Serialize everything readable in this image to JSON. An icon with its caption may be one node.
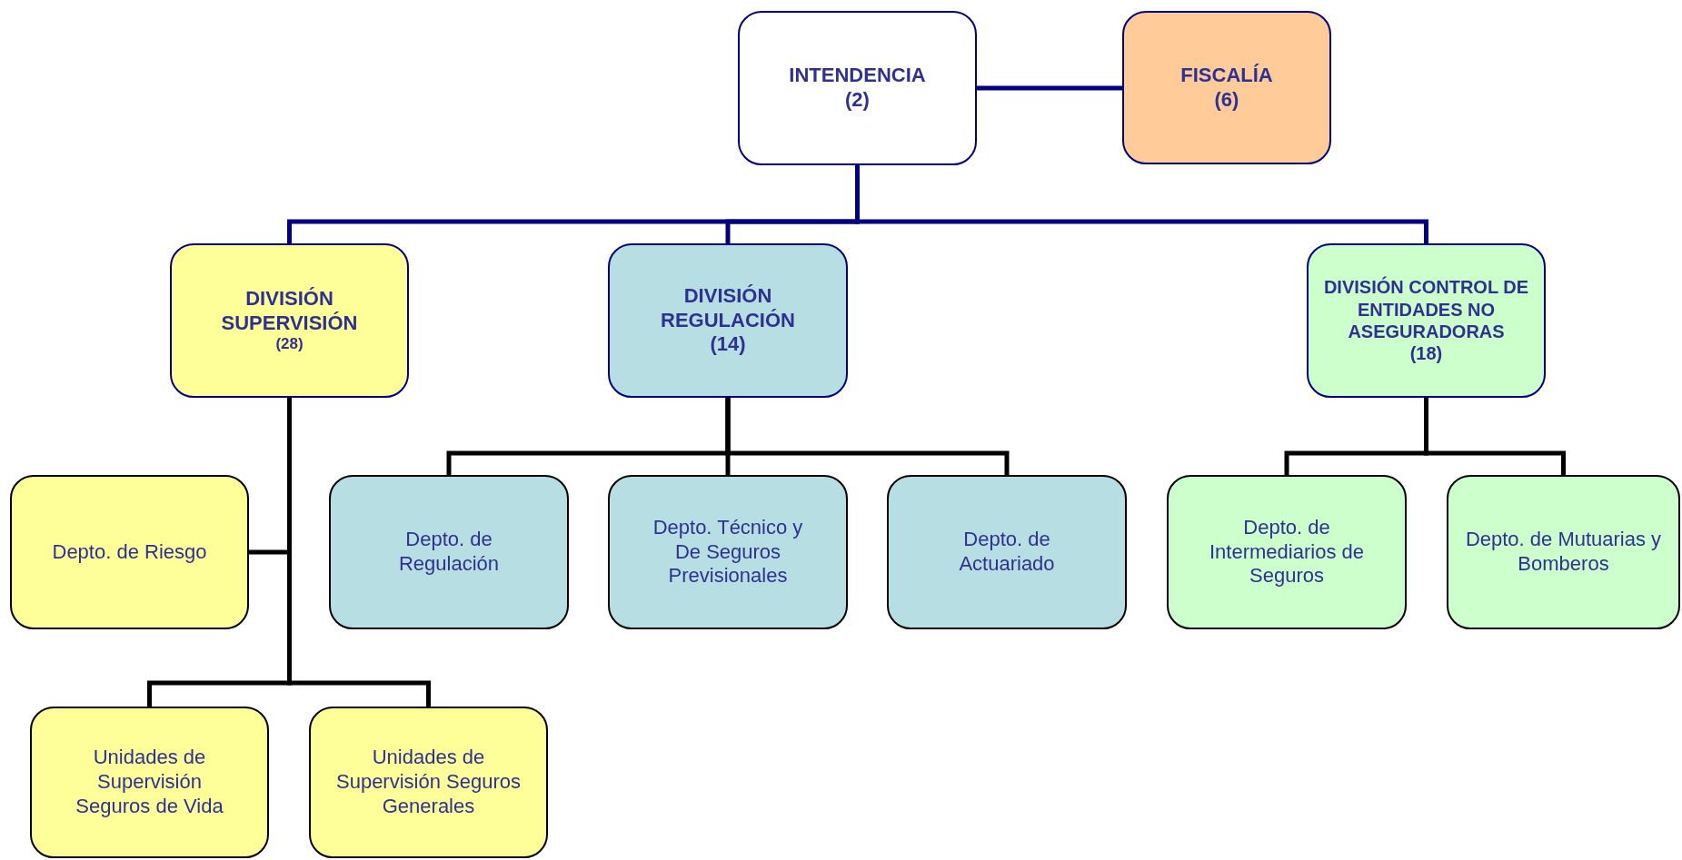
{
  "diagram": {
    "nodes": [
      {
        "text": [
          "INTENDENCIA",
          "(2)"
        ]
      },
      {
        "text": [
          "FISCALÍA",
          "(6)"
        ]
      },
      {
        "text": [
          "DIVISIÓN SUPERVISIÓN",
          "(28)"
        ]
      },
      {
        "text": [
          "DIVISIÓN REGULACIÓN",
          "(14)"
        ]
      },
      {
        "text": [
          "DIVISIÓN CONTROL DE ENTIDADES NO ASEGURADORAS",
          "(18)"
        ]
      },
      {
        "text": [
          "Depto. de Riesgo"
        ]
      },
      {
        "text": [
          "Depto. de Regulación"
        ]
      },
      {
        "text": [
          "Depto. Técnico y De Seguros Previsionales"
        ]
      },
      {
        "text": [
          "Depto. de Actuariado"
        ]
      },
      {
        "text": [
          "Depto. de Intermediarios de Seguros"
        ]
      },
      {
        "text": [
          "Depto. de Mutuarias y Bomberos"
        ]
      },
      {
        "text": [
          "Unidades de Supervisión Seguros de Vida"
        ]
      },
      {
        "text": [
          "Unidades de Supervisión Seguros Generales"
        ]
      }
    ],
    "edges": [
      {
        "from": 0,
        "to": 1,
        "arrow": "none",
        "color": "#000080"
      },
      {
        "from": 0,
        "to": 2,
        "arrow": "none",
        "color": "#000080"
      },
      {
        "from": 0,
        "to": 3,
        "arrow": "none",
        "color": "#000080"
      },
      {
        "from": 0,
        "to": 4,
        "arrow": "none",
        "color": "#000080"
      },
      {
        "from": 2,
        "to": 5,
        "arrow": "none"
      },
      {
        "from": 2,
        "to": 11,
        "arrow": "none"
      },
      {
        "from": 2,
        "to": 12,
        "arrow": "none"
      },
      {
        "from": 3,
        "to": 6,
        "arrow": "none"
      },
      {
        "from": 3,
        "to": 7,
        "arrow": "none"
      },
      {
        "from": 3,
        "to": 8,
        "arrow": "none"
      },
      {
        "from": 4,
        "to": 9,
        "arrow": "none"
      },
      {
        "from": 4,
        "to": 10,
        "arrow": "none"
      }
    ]
  }
}
